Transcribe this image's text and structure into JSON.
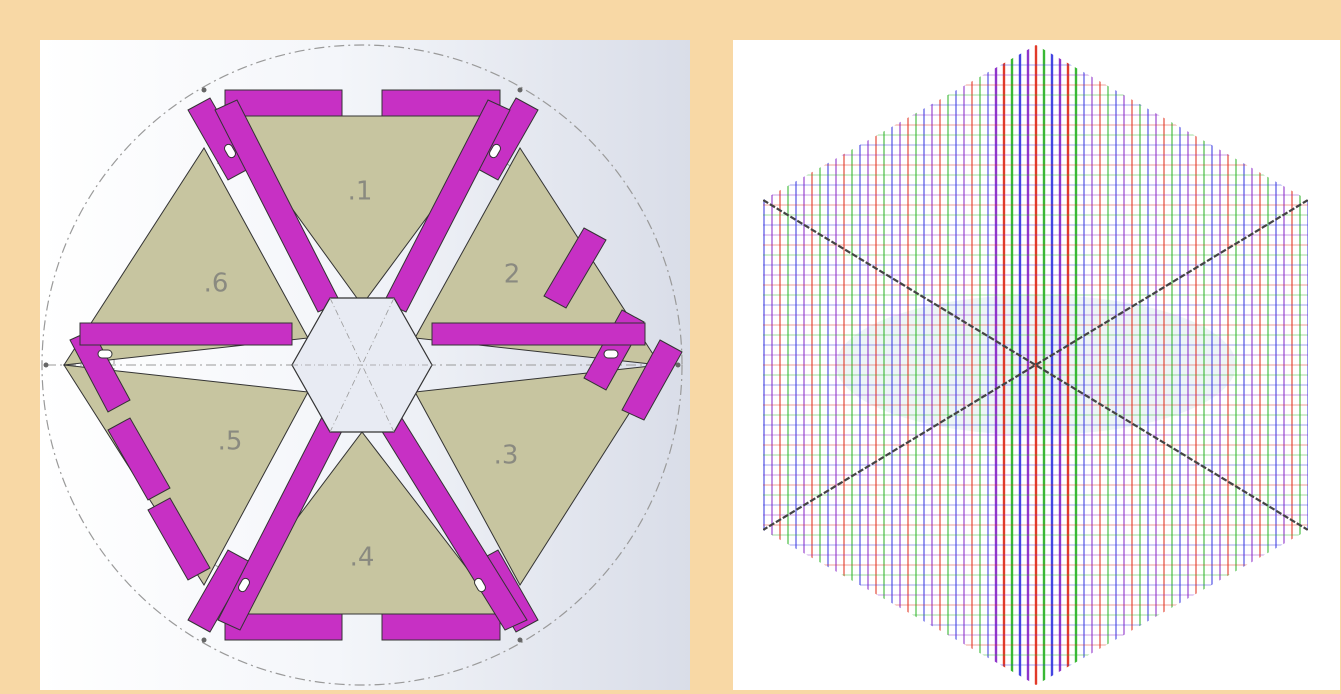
{
  "left_diagram": {
    "segment_labels": [
      ".1",
      "2",
      ".3",
      ".4",
      ".5",
      ".6"
    ],
    "colors": {
      "segment_fill": "#c7c5a0",
      "frame": "#c730c4",
      "center": "#e8ebf3",
      "outline": "#333333",
      "construction": "#999999"
    }
  },
  "right_diagram": {
    "line_colors": [
      "#e0301e",
      "#2fb52a",
      "#3a3ae0",
      "#8a2bc9"
    ],
    "center_tint": "#6ab0b8"
  }
}
